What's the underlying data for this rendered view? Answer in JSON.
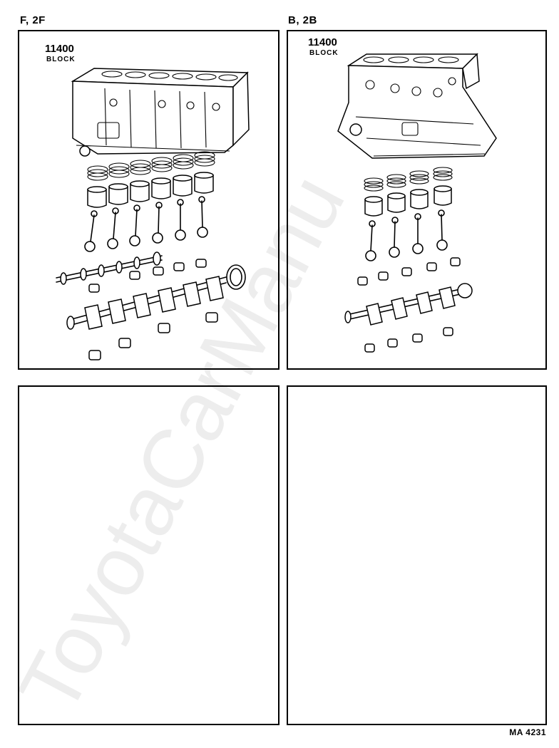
{
  "sections": [
    {
      "label": "F, 2F",
      "part_number": "11400",
      "part_name": "BLOCK"
    },
    {
      "label": "B, 2B",
      "part_number": "11400",
      "part_name": "BLOCK"
    }
  ],
  "footer": {
    "code": "MA 4231"
  },
  "watermark": {
    "text": "ToyotaCarManu"
  }
}
